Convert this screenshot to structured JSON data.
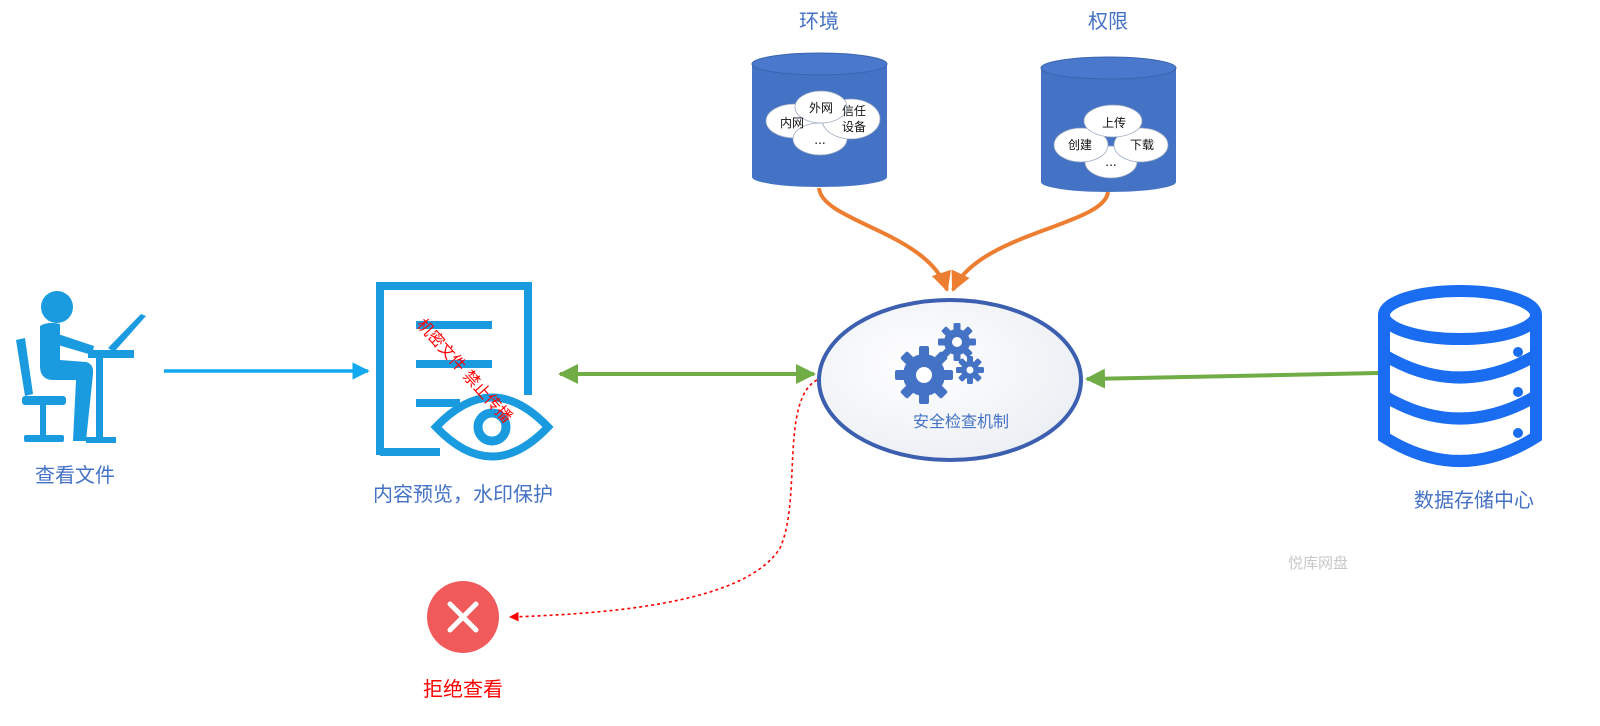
{
  "nodes": {
    "user": {
      "label": "查看文件"
    },
    "preview": {
      "label": "内容预览，水印保护",
      "watermark": "机密文件 禁止传播"
    },
    "mechanism": {
      "label": "安全检查机制"
    },
    "storage": {
      "label": "数据存储中心"
    },
    "reject": {
      "label": "拒绝查看"
    },
    "environment": {
      "title": "环境",
      "items": [
        "外网",
        "内网",
        "信任",
        "设备",
        "..."
      ]
    },
    "permission": {
      "title": "权限",
      "items": [
        "上传",
        "创建",
        "下载",
        "..."
      ]
    }
  },
  "credit": "悦库网盘",
  "colors": {
    "blue_label": "#4472c4",
    "cylinder": "#4472c4",
    "icon_blue": "#1a9be0",
    "arrow_cyan": "#13a9f0",
    "arrow_green": "#70ad47",
    "arrow_orange": "#ed7d31",
    "reject_red": "#f05a5a",
    "storage_blue": "#1a6cf0"
  },
  "icons": [
    "person-at-desk-icon",
    "document-eye-icon",
    "gears-icon",
    "database-icon",
    "close-icon"
  ]
}
